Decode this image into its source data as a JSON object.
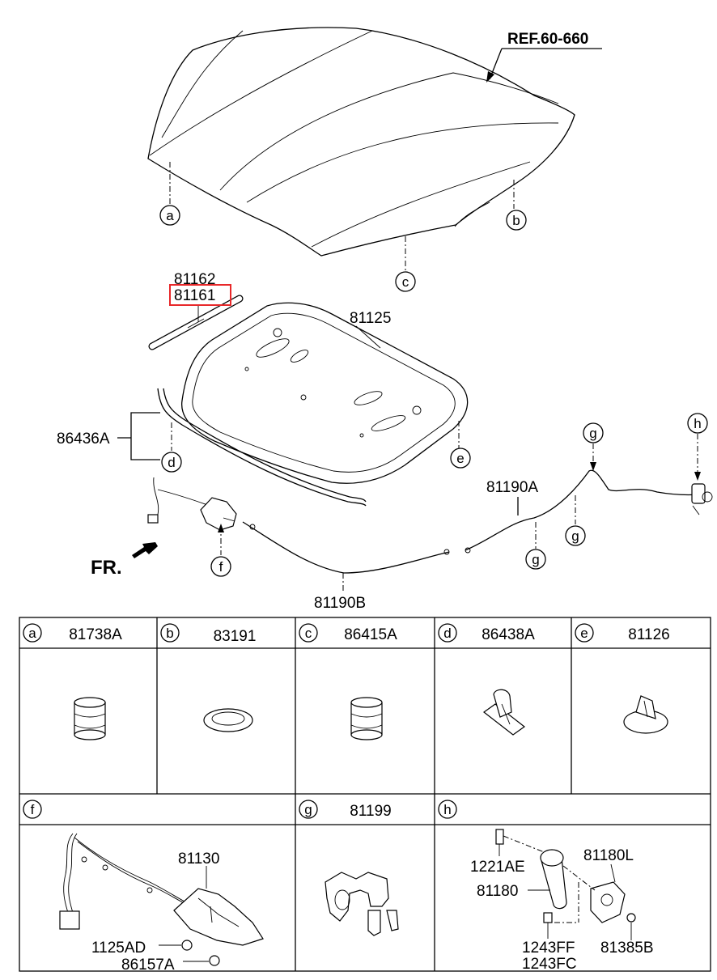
{
  "ref_label": "REF.60-660",
  "front_label": "FR.",
  "callouts": {
    "p81162": "81162",
    "p81161": "81161",
    "p81125": "81125",
    "p86436A": "86436A",
    "p81190A": "81190A",
    "p81190B": "81190B"
  },
  "circle_letters": {
    "a": "a",
    "b": "b",
    "c": "c",
    "d": "d",
    "e": "e",
    "f": "f",
    "g": "g",
    "h": "h"
  },
  "highlight_color": "#e8282a",
  "table": {
    "row1": [
      {
        "letter": "a",
        "part": "81738A"
      },
      {
        "letter": "b",
        "part": "83191"
      },
      {
        "letter": "c",
        "part": "86415A"
      },
      {
        "letter": "d",
        "part": "86438A"
      },
      {
        "letter": "e",
        "part": "81126"
      }
    ],
    "row2": [
      {
        "letter": "f",
        "part": ""
      },
      {
        "letter": "g",
        "part": "81199"
      },
      {
        "letter": "h",
        "part": ""
      }
    ],
    "f_parts": {
      "p81130": "81130",
      "p1125AD": "1125AD",
      "p86157A": "86157A"
    },
    "h_parts": {
      "p1221AE": "1221AE",
      "p81180L": "81180L",
      "p81180": "81180",
      "p1243FF": "1243FF",
      "p1243FC": "1243FC",
      "p81385B": "81385B"
    }
  }
}
